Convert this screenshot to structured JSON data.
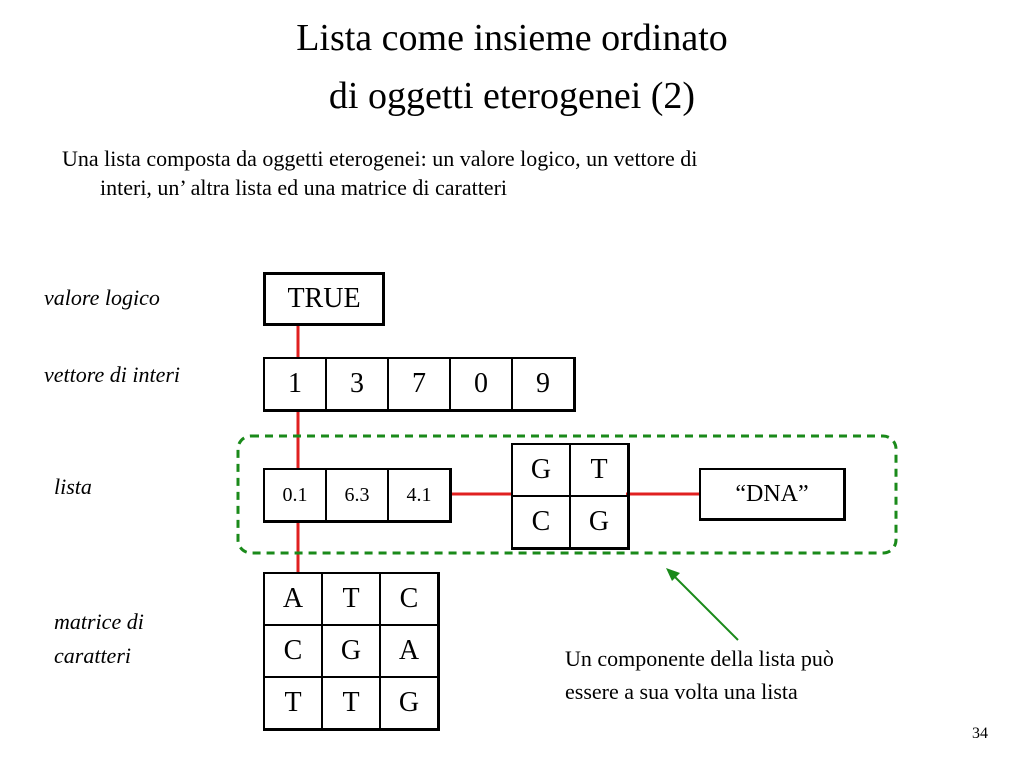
{
  "title": {
    "line1": "Lista come insieme ordinato",
    "line2": "di oggetti eterogenei (2)"
  },
  "intro": {
    "line1": "Una lista composta da oggetti eterogenei: un valore logico, un vettore di",
    "line2": "interi, un’ altra lista ed una matrice di caratteri"
  },
  "labels": {
    "logical": "valore logico",
    "intvector": "vettore di interi",
    "list": "lista",
    "matrix_line1": "matrice di",
    "matrix_line2": "caratteri"
  },
  "logical_value": "TRUE",
  "int_vector": [
    "1",
    "3",
    "7",
    "0",
    "9"
  ],
  "inner_list": {
    "numeric": [
      "0.1",
      "6.3",
      "4.1"
    ],
    "matrix": [
      [
        "G",
        "T"
      ],
      [
        "C",
        "G"
      ]
    ],
    "string": "“DNA”"
  },
  "char_matrix": [
    [
      "A",
      "T",
      "C"
    ],
    [
      "C",
      "G",
      "A"
    ],
    [
      "T",
      "T",
      "G"
    ]
  ],
  "note": {
    "line1": "Un componente della lista può",
    "line2": "essere a sua volta una lista"
  },
  "page_number": "34",
  "colors": {
    "connector": "#e02020",
    "dashed_box": "#1a8a1a",
    "arrow": "#1a8a1a"
  }
}
